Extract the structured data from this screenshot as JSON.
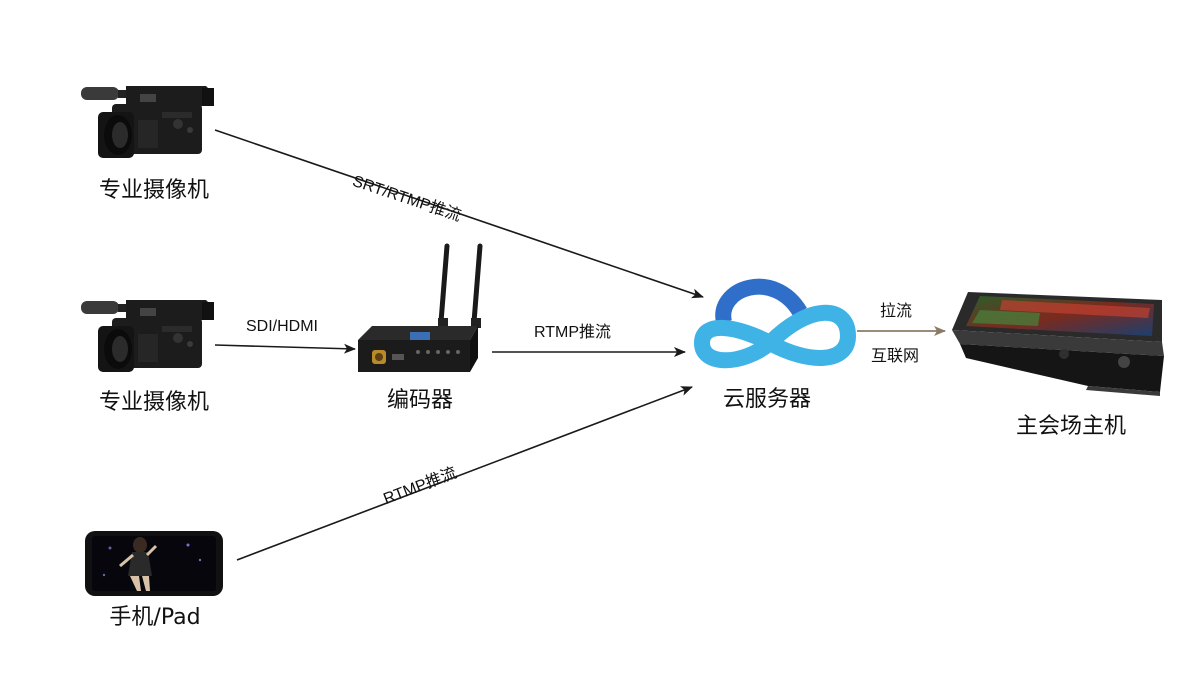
{
  "nodes": {
    "camera1": {
      "label": "专业摄像机"
    },
    "camera2": {
      "label": "专业摄像机"
    },
    "encoder": {
      "label": "编码器"
    },
    "phone": {
      "label": "手机/Pad"
    },
    "cloud": {
      "label": "云服务器"
    },
    "host": {
      "label": "主会场主机"
    }
  },
  "edges": {
    "camera1_to_cloud": {
      "label": "SRT/RTMP推流"
    },
    "camera2_to_encoder": {
      "label": "SDI/HDMI"
    },
    "encoder_to_cloud": {
      "label": "RTMP推流"
    },
    "phone_to_cloud": {
      "label": "RTMP推流"
    },
    "cloud_to_host": {
      "label_top": "拉流",
      "label_bottom": "互联网"
    }
  },
  "colors": {
    "arrow": "#1a1a1a",
    "pull_arrow": "#8b7b66",
    "cloud_blue_dark": "#2f6fc9",
    "cloud_blue_light": "#3fb2e6",
    "device_dark": "#1c1c1c"
  }
}
